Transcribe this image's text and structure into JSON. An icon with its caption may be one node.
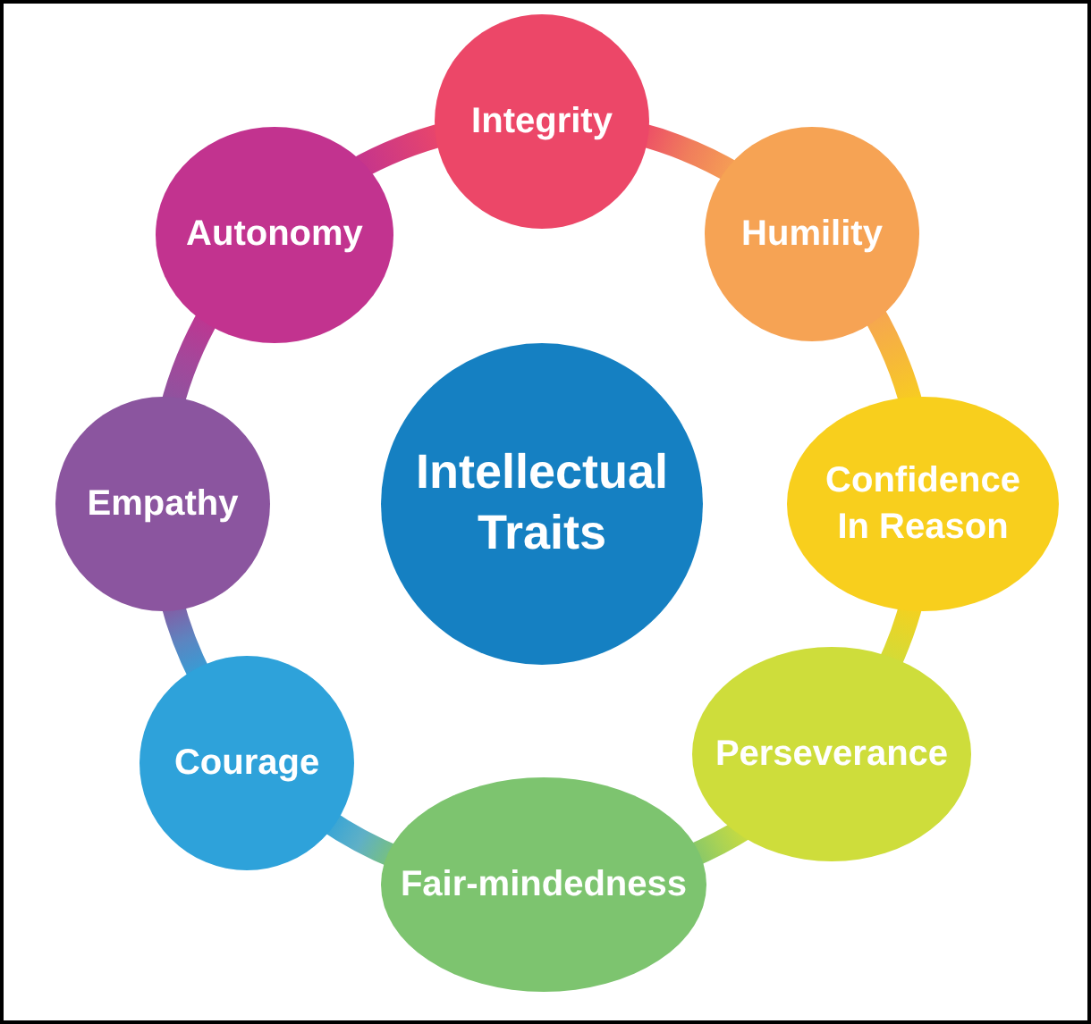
{
  "diagram": {
    "nodes": [
      {
        "text": [
          "Intellectual Traits"
        ]
      },
      {
        "text": [
          "Integrity"
        ]
      },
      {
        "text": [
          "Humility"
        ]
      },
      {
        "text": [
          "Confidence In Reason"
        ]
      },
      {
        "text": [
          "Perseverance"
        ]
      },
      {
        "text": [
          "Fair-mindedness"
        ]
      },
      {
        "text": [
          "Courage"
        ]
      },
      {
        "text": [
          "Empathy"
        ]
      },
      {
        "text": [
          "Autonomy"
        ]
      }
    ],
    "edges": [
      {
        "from": 1,
        "to": 2,
        "arrow": "none",
        "color": "#f07d5c"
      },
      {
        "from": 2,
        "to": 3,
        "arrow": "none",
        "color": "#f6b83a"
      },
      {
        "from": 3,
        "to": 4,
        "arrow": "none",
        "color": "#e3d62c"
      },
      {
        "from": 4,
        "to": 5,
        "arrow": "none",
        "color": "#a8d256"
      },
      {
        "from": 5,
        "to": 6,
        "arrow": "none",
        "color": "#5fb0c6"
      },
      {
        "from": 6,
        "to": 7,
        "arrow": "none",
        "color": "#5d84c0"
      },
      {
        "from": 7,
        "to": 8,
        "arrow": "none",
        "color": "#a4479a"
      },
      {
        "from": 8,
        "to": 1,
        "arrow": "none",
        "color": "#d63d7c"
      }
    ]
  }
}
